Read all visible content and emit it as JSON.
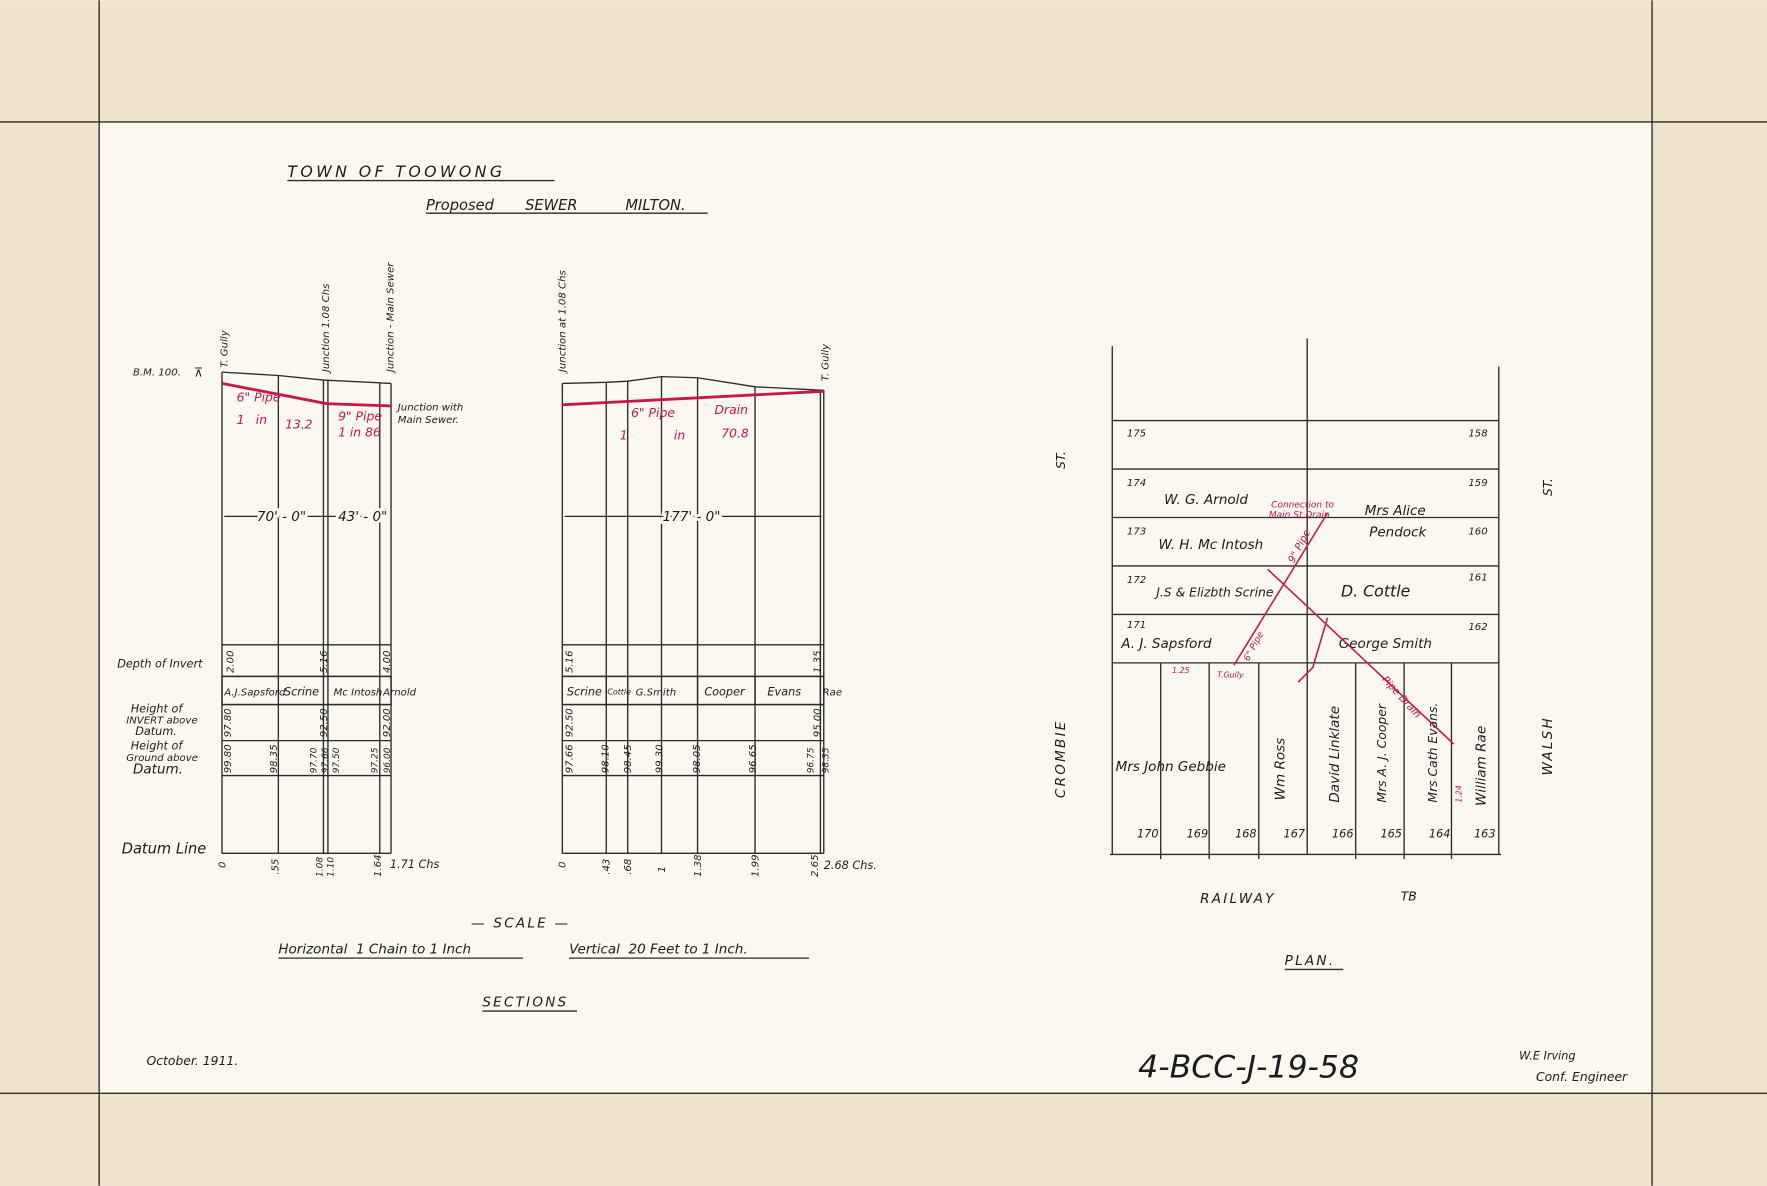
{
  "title": "TOWN OF TOOWONG",
  "subtitle": {
    "proposed": "Proposed",
    "sewer": "SEWER",
    "place": "MILTON."
  },
  "section_1": {
    "bm_label": "B.M. 100.",
    "top_labels": [
      "T. Gully",
      "Junction 1.08 Chs",
      "Junction - Main Sewer"
    ],
    "junction_note": [
      "Junction with",
      "Main Sewer."
    ],
    "pipe_1": [
      "6\" Pipe",
      "1",
      "in",
      "13.2"
    ],
    "pipe_2": [
      "9\" Pipe",
      "1 in 86"
    ],
    "dimensions": [
      "70' - 0\"",
      "43' - 0\""
    ],
    "depth_of_invert": [
      "2.00",
      "5.16",
      "4.00"
    ],
    "owners": [
      "A.J.Sapsford",
      "Scrine",
      "Mc Intosh",
      "Arnold"
    ],
    "invert_heights": [
      "97.80",
      "92.50",
      "92.00"
    ],
    "ground_heights": [
      "99.80",
      "98.35",
      "97.70",
      "97.66",
      "97.50",
      "97.25",
      "96.00"
    ],
    "chainages": [
      "0",
      ".55",
      "1.08",
      "1.10",
      "1.64",
      "1.71 Chs"
    ]
  },
  "row_labels": {
    "depth": "Depth of Invert",
    "invert": [
      "Height of",
      "INVERT above",
      "Datum."
    ],
    "ground": [
      "Height of",
      "Ground above",
      "Datum."
    ],
    "datum": "Datum Line"
  },
  "section_2": {
    "top_labels": [
      "Junction at 1.08 Chs",
      "T. Gully"
    ],
    "pipe": [
      "6\" Pipe",
      "Drain",
      "1",
      "in",
      "70.8"
    ],
    "dimension": "177' - 0\"",
    "depth_of_invert": [
      "5.16",
      "1.35"
    ],
    "owners": [
      "Scrine",
      "Cottle",
      "G.Smith",
      "Cooper",
      "Evans",
      "Rae"
    ],
    "invert_heights": [
      "92.50",
      "95.00"
    ],
    "ground_heights": [
      "97.66",
      "98.10",
      "98.45",
      "99.30",
      "98.05",
      "96.65",
      "96.75",
      "98.35"
    ],
    "chainages": [
      "0",
      ".43",
      ".68",
      "1",
      "1.38",
      "1.99",
      "2.65",
      "2.68 Chs."
    ]
  },
  "scale": {
    "heading": "— SCALE —",
    "horizontal": "Horizontal  1 Chain to 1 Inch",
    "vertical": "Vertical  20 Feet to 1 Inch."
  },
  "sections_label": "SECTIONS",
  "plan": {
    "label": "PLAN.",
    "streets": {
      "left_st": "ST.",
      "left": "CROMBIE",
      "right_st": "ST.",
      "right": "WALSH",
      "bottom": "RAILWAY",
      "bottom_right": "TB"
    },
    "left_lots": [
      "175",
      "174",
      "173",
      "172",
      "171"
    ],
    "right_lots": [
      "158",
      "159",
      "160",
      "161",
      "162"
    ],
    "bottom_lots": [
      "170",
      "169",
      "168",
      "167",
      "166",
      "165",
      "164",
      "163"
    ],
    "owners": {
      "arnold": "W. G. Arnold",
      "mcintosh": "W. H. Mc Intosh",
      "scrine": "J.S & Elizbth Scrine",
      "sapsford": "A. J. Sapsford",
      "alice": "Mrs Alice",
      "pendock": "Pendock",
      "cottle": "D. Cottle",
      "smith": "George Smith",
      "gebbie": "Mrs John Gebbie",
      "ross": "Wm Ross",
      "linklate": "David Linklate",
      "cooper": "Mrs A. J. Cooper",
      "evans": "Mrs Cath Evans.",
      "rae": "William Rae"
    },
    "red_notes": {
      "connection": [
        "Connection to",
        "Main St Drain"
      ],
      "pipe9": "9\" Pipe",
      "pipe6": "6\" Pipe",
      "drain": "Pipe Drain",
      "gully": "T.Gully",
      "v125": "1.25",
      "v124": "1.24"
    }
  },
  "footer": {
    "date": "October. 1911.",
    "reference": "4-BCC-J-19-58",
    "engineer": "W.E Irving",
    "engineer_title": "Conf. Engineer"
  },
  "colors": {
    "paper": "#fbf8ef",
    "ink": "#1c1c1c",
    "red_ink": "#c8174a",
    "margin": "#efe3cc"
  }
}
